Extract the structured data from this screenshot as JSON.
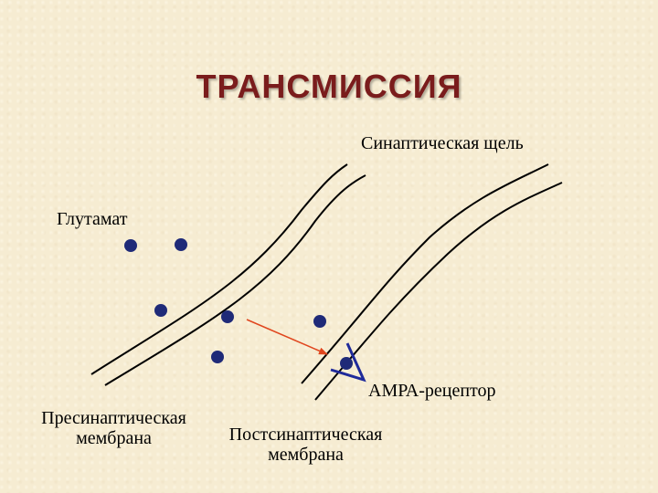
{
  "title": "ТРАНСМИССИЯ",
  "labels": {
    "cleft": "Синаптическая щель",
    "glutamate": "Глутамат",
    "ampa": "АМРА-рецептор",
    "presynaptic_line1": "Пресинаптическая",
    "presynaptic_line2": "мембрана",
    "postsynaptic_line1": "Постсинаптическая",
    "postsynaptic_line2": "мембрана"
  },
  "colors": {
    "title": "#7a1c1c",
    "molecule": "#1f2a78",
    "receptor": "#1f2a9a",
    "arrow": "#e0461e",
    "membrane": "#000000"
  }
}
